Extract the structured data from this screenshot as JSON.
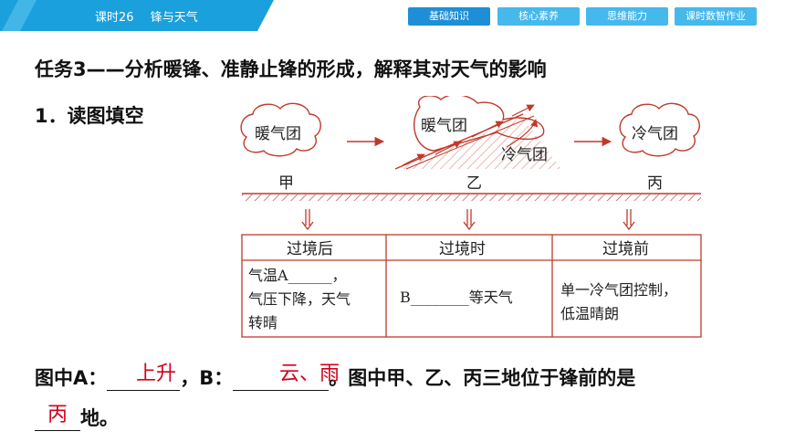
{
  "header": {
    "lesson_no": "课时26",
    "lesson_name": "锋与天气",
    "nav": [
      {
        "label": "基础知识",
        "active": true
      },
      {
        "label": "核心素养",
        "active": false
      },
      {
        "label": "思维能力",
        "active": false
      },
      {
        "label": "课时数智作业",
        "active": false
      }
    ],
    "colors": {
      "banner": "#1aa0dc",
      "nav_active": "#1e8fd6",
      "nav_inactive": "#45b8ec"
    }
  },
  "task_title": "任务3——分析暖锋、准静止锋的形成，解释其对天气的影响",
  "sub_title": "1．读图填空",
  "diagram": {
    "cloud_left": "暖气团",
    "cloud_mid_warm": "暖气团",
    "cloud_mid_cold": "冷气团",
    "cloud_right": "冷气团",
    "site_labels": [
      "甲",
      "乙",
      "丙"
    ],
    "table": {
      "headers": [
        "过境后",
        "过境时",
        "过境前"
      ],
      "cells": [
        [
          "气温A______，",
          "气压下降，天气",
          "转晴"
        ],
        [
          "B________等天气"
        ],
        [
          "单一冷气团控制，",
          "低温晴朗"
        ]
      ]
    }
  },
  "question": {
    "line1_prefix": "图中A：",
    "line1_b": "，B：",
    "line1_suffix": "。图中甲、乙、丙三地位于锋前的是",
    "line2_suffix": "地。",
    "answers": {
      "A": "上升",
      "B": "云、雨",
      "C": "丙"
    },
    "answer_color": "#d0021b"
  }
}
